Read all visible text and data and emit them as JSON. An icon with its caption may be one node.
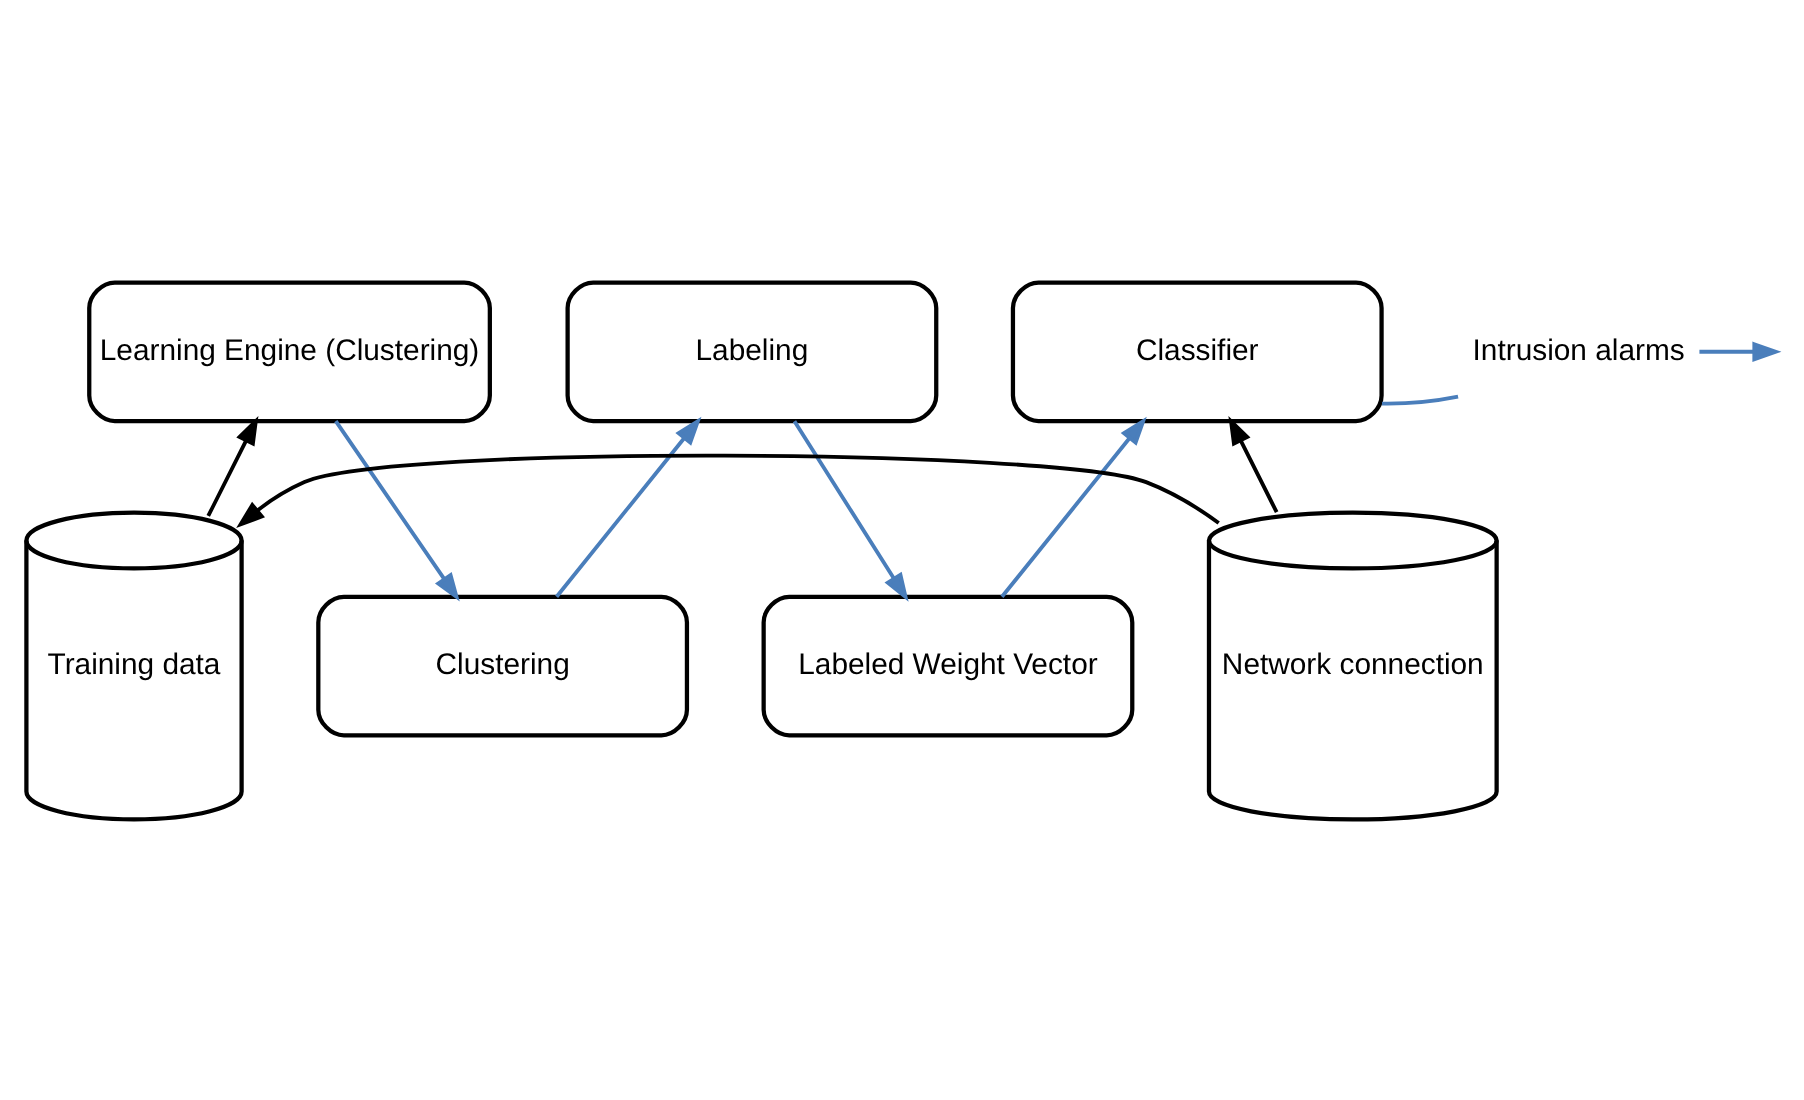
{
  "diagram": {
    "nodes": [
      {
        "text": [
          "Learning Engine (Clustering)"
        ]
      },
      {
        "text": [
          "Labeling"
        ]
      },
      {
        "text": [
          "Classifier"
        ]
      },
      {
        "text": [
          "Intrusion alarms"
        ]
      },
      {
        "text": [
          "Clustering"
        ]
      },
      {
        "text": [
          "Labeled Weight Vector"
        ]
      },
      {
        "text": [
          "Training data"
        ]
      },
      {
        "text": [
          "Network connection"
        ]
      }
    ],
    "edges": [
      {
        "from": 0,
        "to": 4,
        "arrow": "to"
      },
      {
        "from": 4,
        "to": 1,
        "arrow": "to"
      },
      {
        "from": 1,
        "to": 5,
        "arrow": "to"
      },
      {
        "from": 5,
        "to": 2,
        "arrow": "to"
      },
      {
        "from": 2,
        "to": 3,
        "arrow": "none"
      },
      {
        "from": 3,
        "to": null,
        "arrow": "to"
      },
      {
        "from": 6,
        "to": 0,
        "arrow": "to",
        "color": "#000000"
      },
      {
        "from": 7,
        "to": 6,
        "arrow": "to",
        "color": "#000000"
      },
      {
        "from": 7,
        "to": 2,
        "arrow": "to",
        "color": "#000000"
      }
    ]
  }
}
